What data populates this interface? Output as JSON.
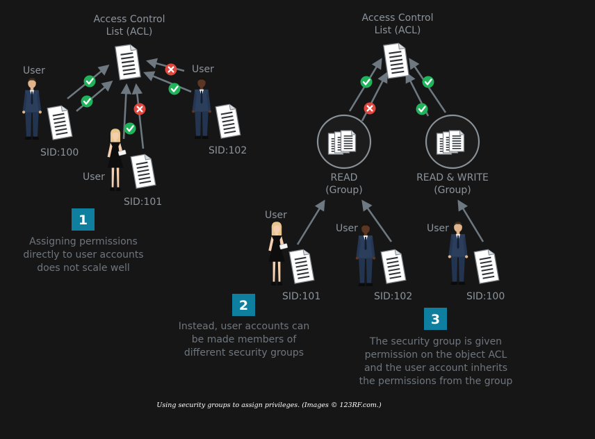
{
  "colors": {
    "background": "#161616",
    "label": "#8c949c",
    "caption": "#6f767d",
    "badge": "#0e7f9e",
    "arrow": "#6d7880",
    "allow": "#21b35c",
    "deny": "#e0473f",
    "suit": "#2b3f5c",
    "dress": "#0d0d0d"
  },
  "icons": {
    "allow": "check-icon",
    "deny": "cross-icon",
    "document": "document-icon",
    "group": "group-documents-icon",
    "user_male": "businessman-icon",
    "user_female": "businesswoman-icon"
  },
  "panel1": {
    "acl_label": [
      "Access Control",
      "List (ACL)"
    ],
    "user_label": "User",
    "sids": [
      "SID:100",
      "SID:101",
      "SID:102"
    ],
    "badge": "1",
    "caption": [
      "Assigning permissions",
      "directly to user accounts",
      "does not scale well"
    ]
  },
  "panel2": {
    "badge": "2",
    "caption": [
      "Instead, user accounts can",
      "be made members of",
      "different security groups"
    ]
  },
  "panel3": {
    "acl_label": [
      "Access Control",
      "List (ACL)"
    ],
    "groups": [
      {
        "line1": "READ",
        "line2": "(Group)"
      },
      {
        "line1": "READ & WRITE",
        "line2": "(Group)"
      }
    ],
    "user_label": "User",
    "sids": [
      "SID:101",
      "SID:102",
      "SID:100"
    ],
    "badge": "3",
    "caption": [
      "The security group is given",
      "permission on the object ACL",
      "and the user account inherits",
      "the permissions from the group"
    ]
  },
  "credit": "Using security groups to assign privileges. (Images © 123RF.com.)"
}
